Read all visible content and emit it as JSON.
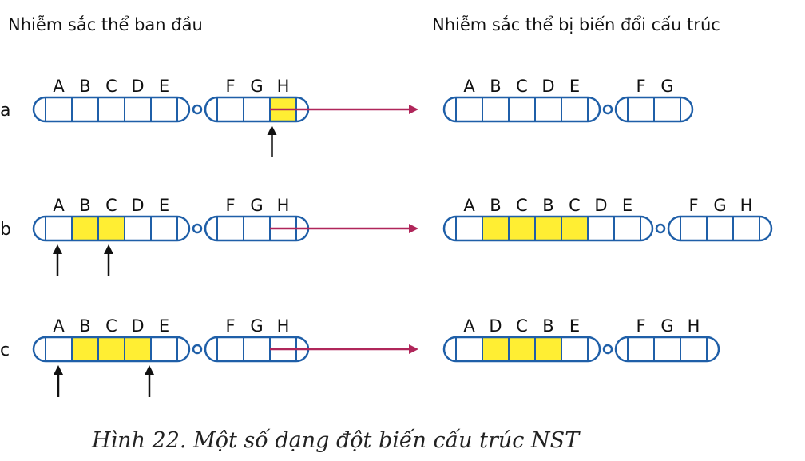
{
  "header_left": "Nhiễm sắc thể ban đầu",
  "header_right": "Nhiễm sắc thể bị biến đổi cấu trúc",
  "caption": "Hình 22. Một số dạng đột biến cấu trúc NST",
  "colors": {
    "outline": "#1f5fa8",
    "highlight": "#ffee33",
    "arrow": "#b0265a",
    "pointer": "#111111",
    "fill": "#ffffff"
  },
  "rows": [
    {
      "label": "a",
      "original": {
        "left_genes": [
          "A",
          "B",
          "C",
          "D",
          "E"
        ],
        "right_genes": [
          "F",
          "G",
          "H"
        ],
        "highlighted": [
          "H"
        ]
      },
      "mutated": {
        "left_genes": [
          "A",
          "B",
          "C",
          "D",
          "E"
        ],
        "right_genes": [
          "F",
          "G"
        ],
        "highlighted": []
      }
    },
    {
      "label": "b",
      "original": {
        "left_genes": [
          "A",
          "B",
          "C",
          "D",
          "E"
        ],
        "right_genes": [
          "F",
          "G",
          "H"
        ],
        "highlighted": [
          "B",
          "C"
        ]
      },
      "mutated": {
        "left_genes": [
          "A",
          "B",
          "C",
          "B",
          "C",
          "D",
          "E"
        ],
        "right_genes": [
          "F",
          "G",
          "H"
        ],
        "highlighted": [
          "B",
          "C",
          "B",
          "C"
        ]
      }
    },
    {
      "label": "c",
      "original": {
        "left_genes": [
          "A",
          "B",
          "C",
          "D",
          "E"
        ],
        "right_genes": [
          "F",
          "G",
          "H"
        ],
        "highlighted": [
          "B",
          "C",
          "D"
        ]
      },
      "mutated": {
        "left_genes": [
          "A",
          "D",
          "C",
          "B",
          "E"
        ],
        "right_genes": [
          "F",
          "G",
          "H"
        ],
        "highlighted": [
          "D",
          "C",
          "B"
        ]
      }
    }
  ]
}
